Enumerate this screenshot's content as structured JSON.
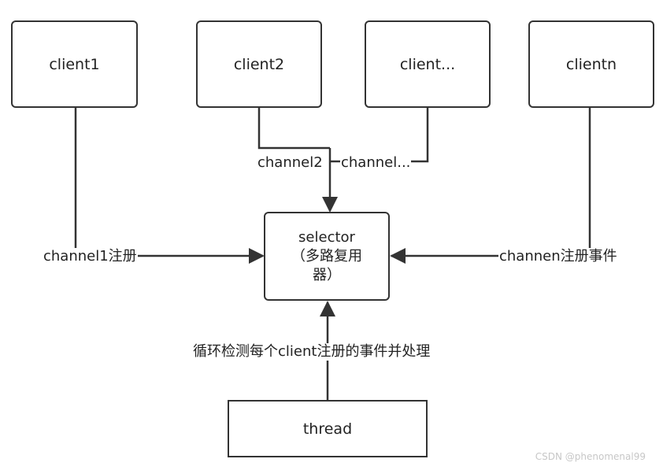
{
  "clients": [
    "client1",
    "client2",
    "client...",
    "clientn"
  ],
  "selector": {
    "line1": "selector",
    "line2": "（多路复用",
    "line3": "器）"
  },
  "thread": "thread",
  "labels": {
    "channel1": "channel1注册",
    "channel2": "channel2",
    "channel_more": "channel...",
    "channeln": "channen注册事件",
    "loop": "循环检测每个client注册的事件并处理"
  },
  "watermark": "CSDN @phenomenal99"
}
